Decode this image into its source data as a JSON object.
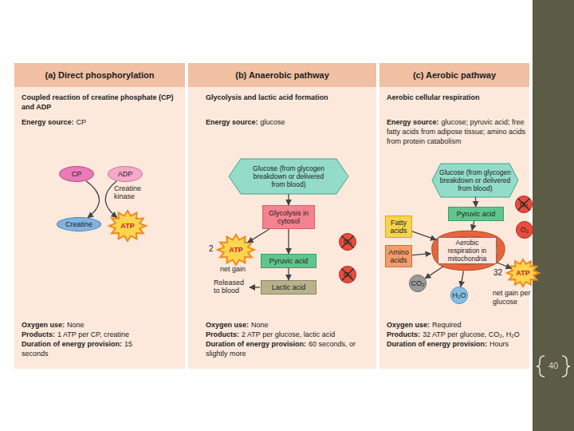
{
  "diagram": {
    "nodes": [
      {
        "text": [
          "(a) Direct phosphorylation"
        ]
      },
      {
        "text": [
          "CP"
        ],
        "in": 0
      },
      {
        "text": [
          "ADP"
        ],
        "in": 0
      },
      {
        "text": [
          "Creatine"
        ],
        "in": 0
      },
      {
        "text": [
          "ATP"
        ],
        "in": 0
      },
      {
        "text": [
          "(b) Anaerobic pathway"
        ]
      },
      {
        "text": [
          "Glucose (from glycogen breakdown or delivered from blood)"
        ],
        "in": 5
      },
      {
        "text": [
          "Glycolysis in cytosol"
        ],
        "in": 5
      },
      {
        "text": [
          "ATP"
        ],
        "in": 5
      },
      {
        "text": [
          "O₂"
        ],
        "in": 5
      },
      {
        "text": [
          "Pyruvic acid"
        ],
        "in": 5
      },
      {
        "text": [
          "O₂"
        ],
        "in": 5
      },
      {
        "text": [
          "Lactic acid"
        ],
        "in": 5
      },
      {
        "text": [
          "(c) Aerobic pathway"
        ]
      },
      {
        "text": [
          "Glucose (from glycogen breakdown or delivered from blood)"
        ],
        "in": 13
      },
      {
        "text": [
          "O₂"
        ],
        "in": 13
      },
      {
        "text": [
          "Pyruvic acid"
        ],
        "in": 13
      },
      {
        "text": [
          "O₂"
        ],
        "in": 13
      },
      {
        "text": [
          "Fatty acids"
        ],
        "in": 13
      },
      {
        "text": [
          "Aerobic respiration in mitochondria"
        ],
        "in": 13
      },
      {
        "text": [
          "Amino acids"
        ],
        "in": 13
      },
      {
        "text": [
          "CO₂"
        ],
        "in": 13
      },
      {
        "text": [
          "ATP"
        ],
        "in": 13
      },
      {
        "text": [
          "H₂O"
        ],
        "in": 13
      }
    ],
    "edges": [
      {
        "from": 1,
        "to": 3,
        "arrow": "to"
      },
      {
        "from": 2,
        "to": 4,
        "arrow": "to"
      },
      {
        "from": 6,
        "to": 7,
        "arrow": "to"
      },
      {
        "from": 7,
        "to": 8,
        "arrow": "to"
      },
      {
        "from": 7,
        "to": 10,
        "arrow": "to"
      },
      {
        "from": 10,
        "to": 12,
        "arrow": "to"
      },
      {
        "from": 14,
        "to": 16,
        "arrow": "to"
      },
      {
        "from": 16,
        "to": 19,
        "arrow": "to"
      },
      {
        "from": 18,
        "to": 19,
        "arrow": "to"
      },
      {
        "from": 20,
        "to": 19,
        "arrow": "to"
      },
      {
        "from": 19,
        "to": 21,
        "arrow": "to"
      },
      {
        "from": 19,
        "to": 23,
        "arrow": "to"
      },
      {
        "from": 19,
        "to": 22,
        "arrow": "to"
      }
    ],
    "labels": [
      "Coupled reaction of creatine phosphate (CP) and ADP",
      "Energy source:",
      "CP",
      "Creatine kinase",
      "Oxygen use:",
      "None",
      "Products:",
      "1 ATP per CP, creatine",
      "Duration of energy provision:",
      "15 seconds",
      "Glycolysis and lactic acid formation",
      "Energy source:",
      "glucose",
      "2",
      "net gain",
      "Released to blood",
      "Oxygen use:",
      "None",
      "Products:",
      "2 ATP per glucose, lactic acid",
      "Duration of energy provision:",
      "60 seconds, or slightly more",
      "Aerobic cellular respiration",
      "Energy source:",
      "glucose; pyruvic acid; free fatty acids from adipose tissue; amino acids from protein catabolism",
      "32",
      "net gain per glucose",
      "Oxygen use:",
      "Required",
      "Products:",
      "32 ATP per glucose, CO₂, H₂O",
      "Duration of energy provision:",
      "Hours",
      "40"
    ]
  }
}
